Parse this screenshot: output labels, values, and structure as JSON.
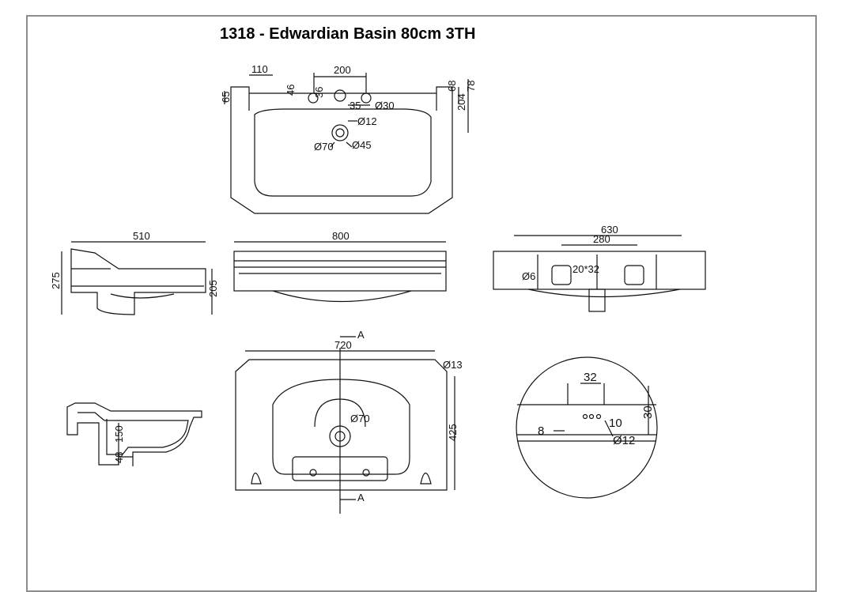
{
  "title": "1318 - Edwardian Basin 80cm 3TH",
  "top_view": {
    "d110": "110",
    "d200": "200",
    "d46": "46",
    "d36": "36",
    "d35": "35",
    "d30": "Ø30",
    "d68": "68",
    "d78": "78",
    "d204": "204",
    "d65": "65",
    "d12": "Ø12",
    "d70": "Ø70",
    "d45": "Ø45"
  },
  "side_view": {
    "d510": "510",
    "d275": "275",
    "d205": "205"
  },
  "front_view": {
    "d800": "800"
  },
  "rear_view": {
    "d630": "630",
    "d280": "280",
    "d20x32": "20*32",
    "d6": "Ø6"
  },
  "plan_view": {
    "d720": "720",
    "d13": "Ø13",
    "d425": "425",
    "d70": "Ø70",
    "section_a": "A"
  },
  "section_view": {
    "d150": "150",
    "d48": "48"
  },
  "detail_view": {
    "d32": "32",
    "d30": "30",
    "d10": "10",
    "d8": "8",
    "d12": "Ø12"
  }
}
